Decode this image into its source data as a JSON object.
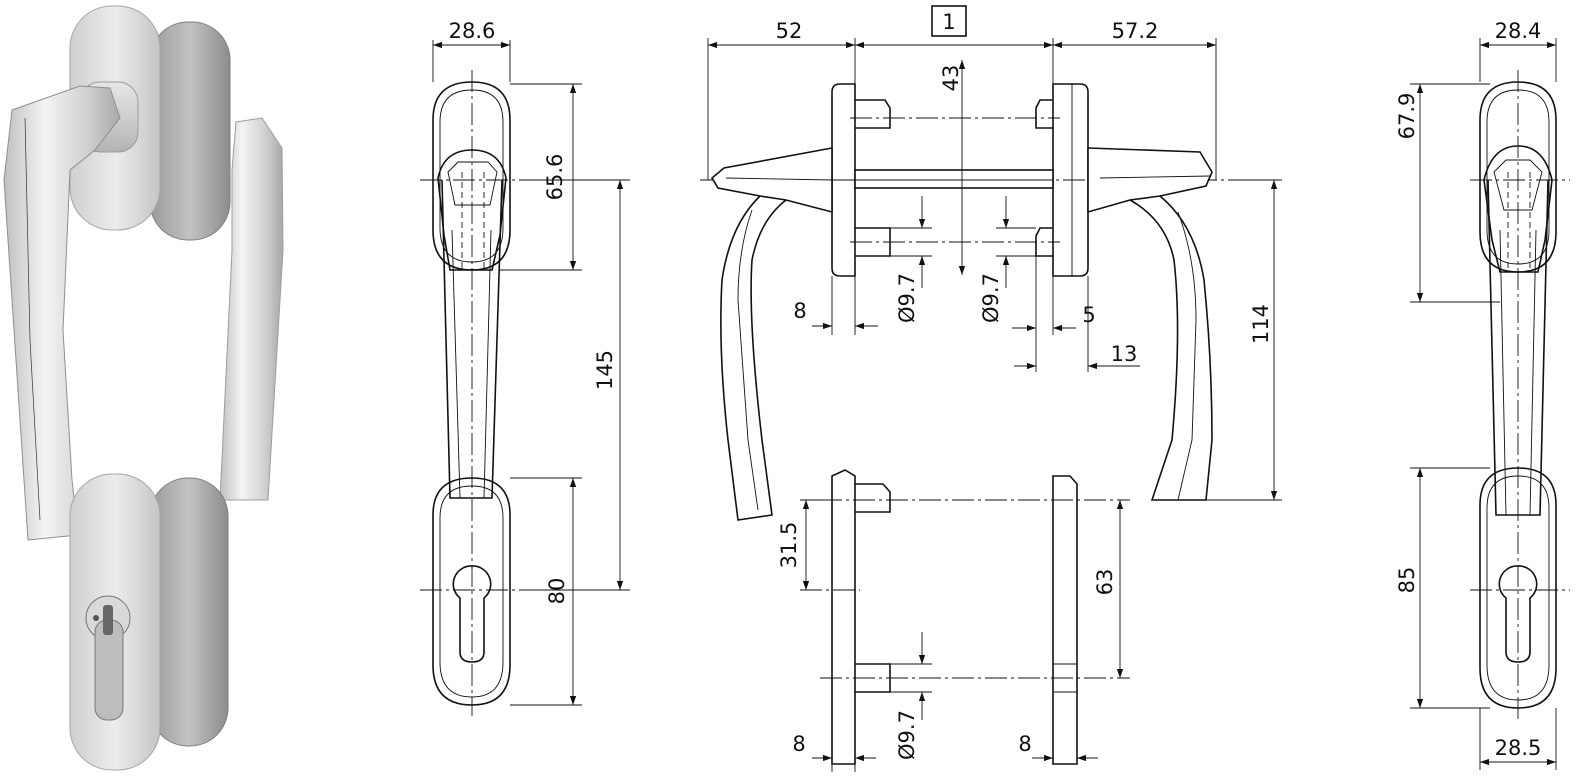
{
  "callout": "1",
  "dimensions": {
    "front_width_top": "28.6",
    "front_rose_height": "65.6",
    "front_total": "145",
    "front_lower_height": "80",
    "side_left_projection": "52",
    "side_right_projection": "57.2",
    "side_spindle_height": "43",
    "side_left_plate": "8",
    "side_pin_dia_left": "Ø9.7",
    "side_pin_dia_right": "Ø9.7",
    "side_right_plate": "5",
    "side_right_offset": "13",
    "side_handle_drop": "114",
    "bottom_pin_height": "31.5",
    "bottom_spacing": "63",
    "bottom_left_plate": "8",
    "bottom_pin_dia": "Ø9.7",
    "bottom_right_plate": "8",
    "right_width_top": "28.4",
    "right_rose_height": "67.9",
    "right_lower_height": "85",
    "right_width_bottom": "28.5"
  },
  "colors": {
    "line": "#111111",
    "metal_light": "#e8e8e8",
    "metal_mid": "#c9c9c9",
    "metal_dark": "#8a8a8a"
  }
}
